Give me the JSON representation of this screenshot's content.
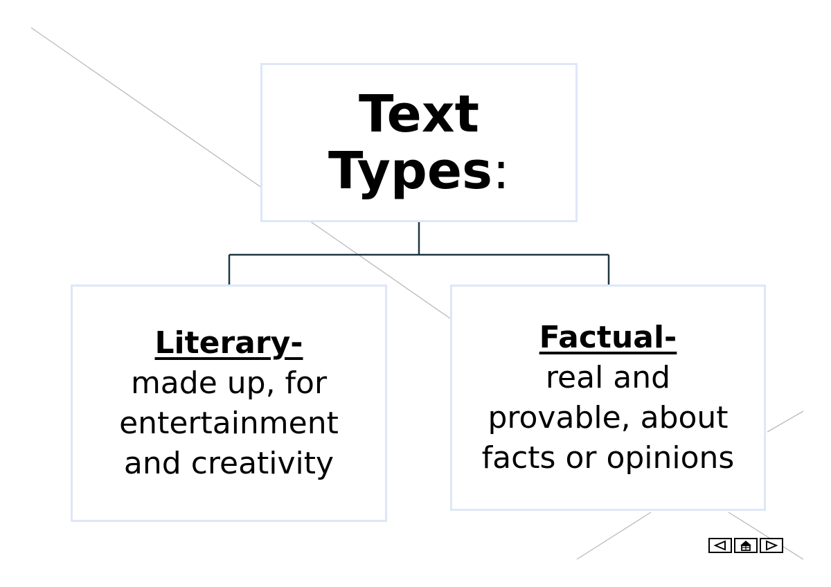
{
  "root": {
    "line1": "Text",
    "line2": "Types",
    "colon": ":"
  },
  "children": [
    {
      "title": "Literary-",
      "description_lines": [
        "made up, for",
        "entertainment",
        "and creativity"
      ]
    },
    {
      "title": "Factual-",
      "description_lines": [
        "real and",
        "provable, about",
        "facts or opinions"
      ]
    }
  ],
  "nav": {
    "buttons": [
      "previous-icon",
      "home-icon",
      "next-icon"
    ]
  },
  "colors": {
    "box_border": "#dde7f8",
    "connector": "#1f3540",
    "text": "#000000"
  }
}
